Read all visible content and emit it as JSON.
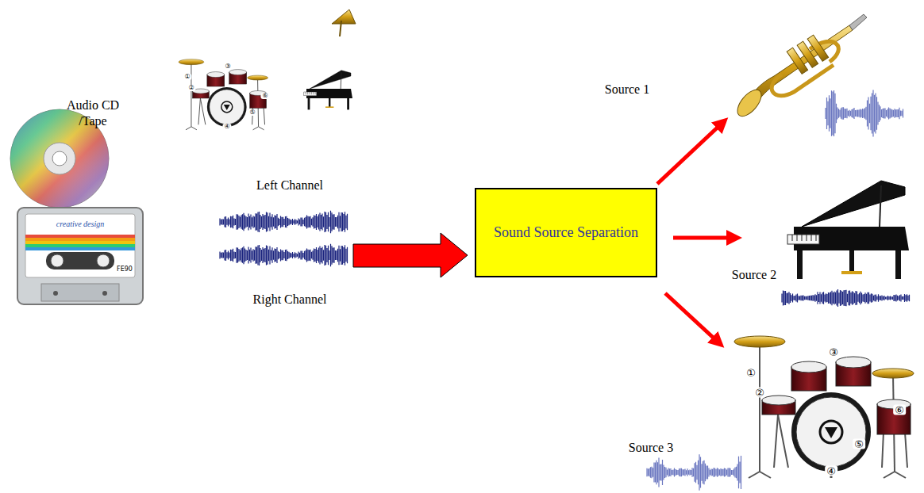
{
  "diagram": {
    "nodes": [
      {
        "text": [
          "Sound Source Separation"
        ]
      }
    ],
    "labels": [
      "Audio CD /Tape",
      "Left Channel",
      "Right Channel",
      "Source 1",
      "Source 2",
      "Source 3",
      "creative design",
      "FE90",
      "①",
      "②",
      "③",
      "④",
      "⑤",
      "⑥",
      "①",
      "②",
      "③",
      "④",
      "⑤",
      "⑥"
    ]
  }
}
